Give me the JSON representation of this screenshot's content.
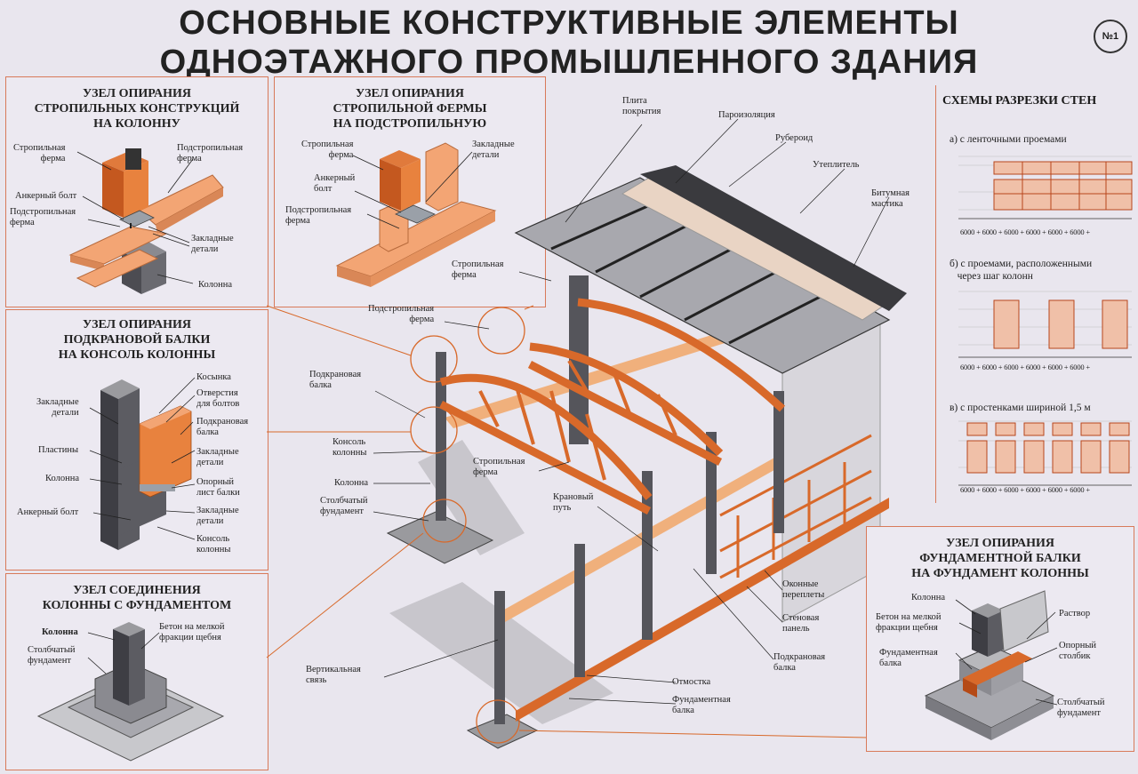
{
  "title_line1": "ОСНОВНЫЕ КОНСТРУКТИВНЫЕ ЭЛЕМЕНТЫ",
  "title_line2": "ОДНОЭТАЖНОГО ПРОМЫШЛЕННОГО ЗДАНИЯ",
  "sheet_no": "№1",
  "colors": {
    "steel": "#d8692a",
    "concrete": "#6f6f73",
    "panel_border": "#d87a5a",
    "bg": "#e9e6ee"
  },
  "panel1": {
    "title": [
      "УЗЕЛ ОПИРАНИЯ",
      "СТРОПИЛЬНЫХ КОНСТРУКЦИЙ",
      "НА КОЛОННУ"
    ],
    "labels": {
      "truss": "Стропильная\nферма",
      "sub_truss_top": "Подстропильная\nферма",
      "anchor": "Анкерный болт",
      "sub_truss_left": "Подстропильная\nферма",
      "embedded": "Закладные\nдетали",
      "column": "Колонна"
    }
  },
  "panel2": {
    "title": [
      "УЗЕЛ ОПИРАНИЯ",
      "СТРОПИЛЬНОЙ ФЕРМЫ",
      "НА ПОДСТРОПИЛЬНУЮ"
    ],
    "labels": {
      "truss": "Стропильная\nферма",
      "embedded": "Закладные\nдетали",
      "anchor": "Анкерный\nболт",
      "sub_truss": "Подстропильная\nферма"
    }
  },
  "panel3": {
    "title": [
      "УЗЕЛ ОПИРАНИЯ",
      "ПОДКРАНОВОЙ БАЛКИ",
      "НА КОНСОЛЬ КОЛОННЫ"
    ],
    "labels": {
      "gusset": "Косынка",
      "holes": "Отверстия\nдля болтов",
      "embedded_l": "Закладные\nдетали",
      "crane_beam": "Подкрановая\nбалка",
      "plates": "Пластины",
      "embedded_r1": "Закладные\nдетали",
      "column": "Колонна",
      "support_sheet": "Опорный\nлист балки",
      "anchor": "Анкерный болт",
      "embedded_r2": "Закладные\nдетали",
      "console": "Консоль\nколонны"
    }
  },
  "panel4": {
    "title": [
      "УЗЕЛ СОЕДИНЕНИЯ",
      "КОЛОННЫ С ФУНДАМЕНТОМ"
    ],
    "labels": {
      "column": "Колонна",
      "foundation": "Столбчатый\nфундамент",
      "concrete": "Бетон на мелкой\nфракции щебня"
    }
  },
  "panel5": {
    "title": [
      "УЗЕЛ ОПИРАНИЯ",
      "ФУНДАМЕНТНОЙ БАЛКИ",
      "НА ФУНДАМЕНТ КОЛОННЫ"
    ],
    "labels": {
      "column": "Колонна",
      "concrete": "Бетон на мелкой\nфракции щебня",
      "found_beam": "Фундаментная\nбалка",
      "mortar": "Раствор",
      "post": "Опорный\nстолбик",
      "foundation": "Столбчатый\nфундамент"
    }
  },
  "center_labels": {
    "roof_slab": "Плита\nпокрытия",
    "vapor": "Пароизоляция",
    "ruberoid": "Рубероид",
    "insulation": "Утеплитель",
    "mastic": "Битумная\nмастика",
    "truss_top": "Стропильная\nферма",
    "sub_truss": "Подстропильная\nферма",
    "crane_beam": "Подкрановая\nбалка",
    "console": "Консоль\nколонны",
    "column": "Колонна",
    "foundation": "Столбчатый\nфундамент",
    "truss_mid": "Стропильная\nферма",
    "crane_track": "Крановый\nпуть",
    "window": "Оконные\nпереплеты",
    "wall_panel": "Стеновая\nпанель",
    "crane_beam2": "Подкрановая\nбалка",
    "bracing": "Вертикальная\nсвязь",
    "blind_area": "Отмостка",
    "found_beam": "Фундаментная\nбалка"
  },
  "schemes": {
    "heading": "СХЕМЫ РАЗРЕЗКИ СТЕН",
    "a": "а) с ленточными проемами",
    "b": "б) с проемами, расположенными\n   через шаг колонн",
    "c": "в) с простенками шириной 1,5 м",
    "dims_a": "6000 + 6000 + 6000 + 6000 + 6000 + 6000 +",
    "dims_b": "6000 + 6000 + 6000 + 6000 + 6000 + 6000 +",
    "dims_c": "6000 + 6000 + 6000 + 6000 + 6000 + 6000 +"
  }
}
